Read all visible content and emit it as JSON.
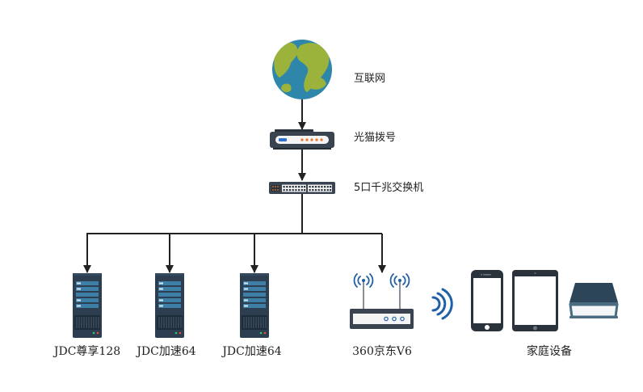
{
  "nodes": {
    "internet": {
      "label": "互联网",
      "icon": "globe-icon"
    },
    "modem": {
      "label": "光猫拨号",
      "icon": "optical-modem-icon"
    },
    "switch": {
      "label": "5口千兆交换机",
      "icon": "network-switch-icon"
    },
    "servers": [
      {
        "label": "JDC尊享128",
        "icon": "server-icon"
      },
      {
        "label": "JDC加速64",
        "icon": "server-icon"
      },
      {
        "label": "JDC加速64",
        "icon": "server-icon"
      }
    ],
    "router": {
      "label": "360京东V6",
      "icon": "wifi-router-icon"
    },
    "home": {
      "label": "家庭设备",
      "icons": [
        "smartphone-icon",
        "tablet-icon",
        "laptop-icon"
      ]
    }
  },
  "colors": {
    "ocean": "#2e86ab",
    "land": "#9bb33a",
    "device_dark": "#3a4450",
    "server_dark": "#2c3e50",
    "server_stripe": "#3d7fa6",
    "wifi_blue": "#1f5fa8",
    "wire": "#222222"
  }
}
